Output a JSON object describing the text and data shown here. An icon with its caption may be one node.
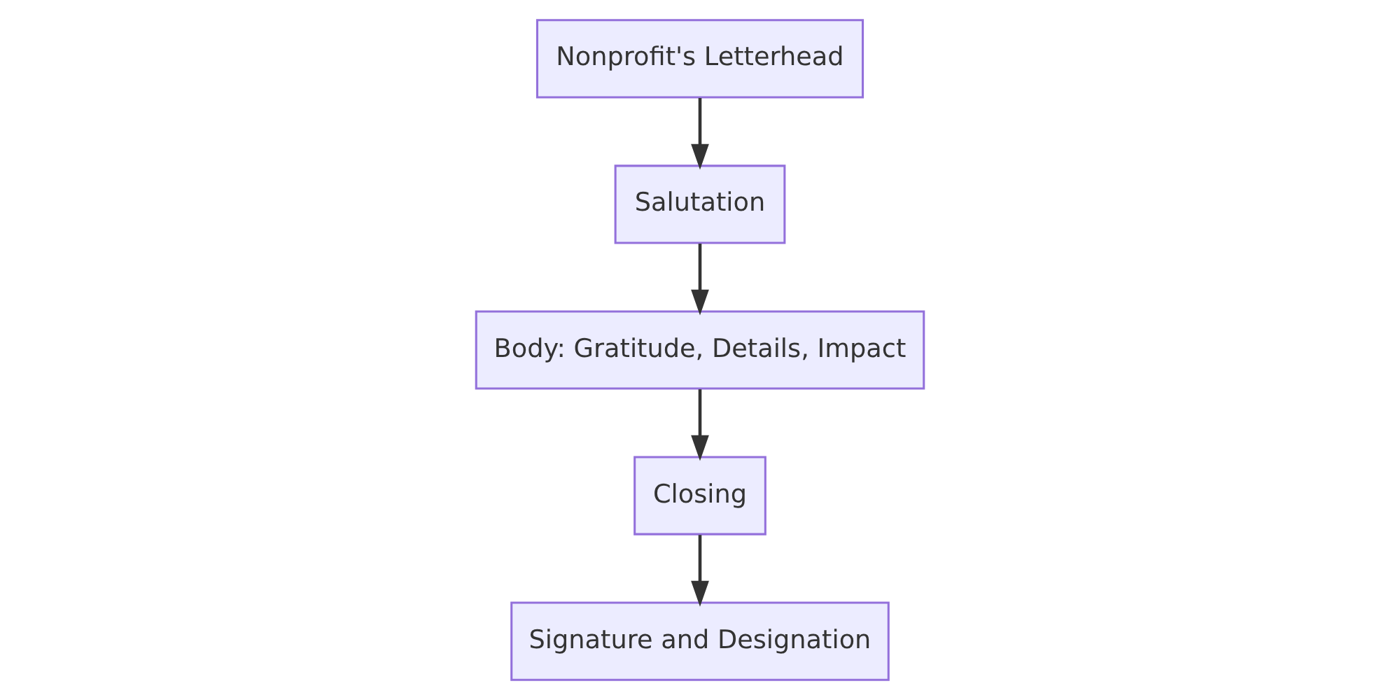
{
  "diagram": {
    "nodes": [
      {
        "text": [
          "Nonprofit's Letterhead"
        ]
      },
      {
        "text": [
          "Salutation"
        ]
      },
      {
        "text": [
          "Body: Gratitude, Details, Impact"
        ]
      },
      {
        "text": [
          "Closing"
        ]
      },
      {
        "text": [
          "Signature and Designation"
        ]
      }
    ],
    "edges": [
      {
        "from": 0,
        "to": 1,
        "arrow": "to"
      },
      {
        "from": 1,
        "to": 2,
        "arrow": "to"
      },
      {
        "from": 2,
        "to": 3,
        "arrow": "to"
      },
      {
        "from": 3,
        "to": 4,
        "arrow": "to"
      }
    ]
  }
}
